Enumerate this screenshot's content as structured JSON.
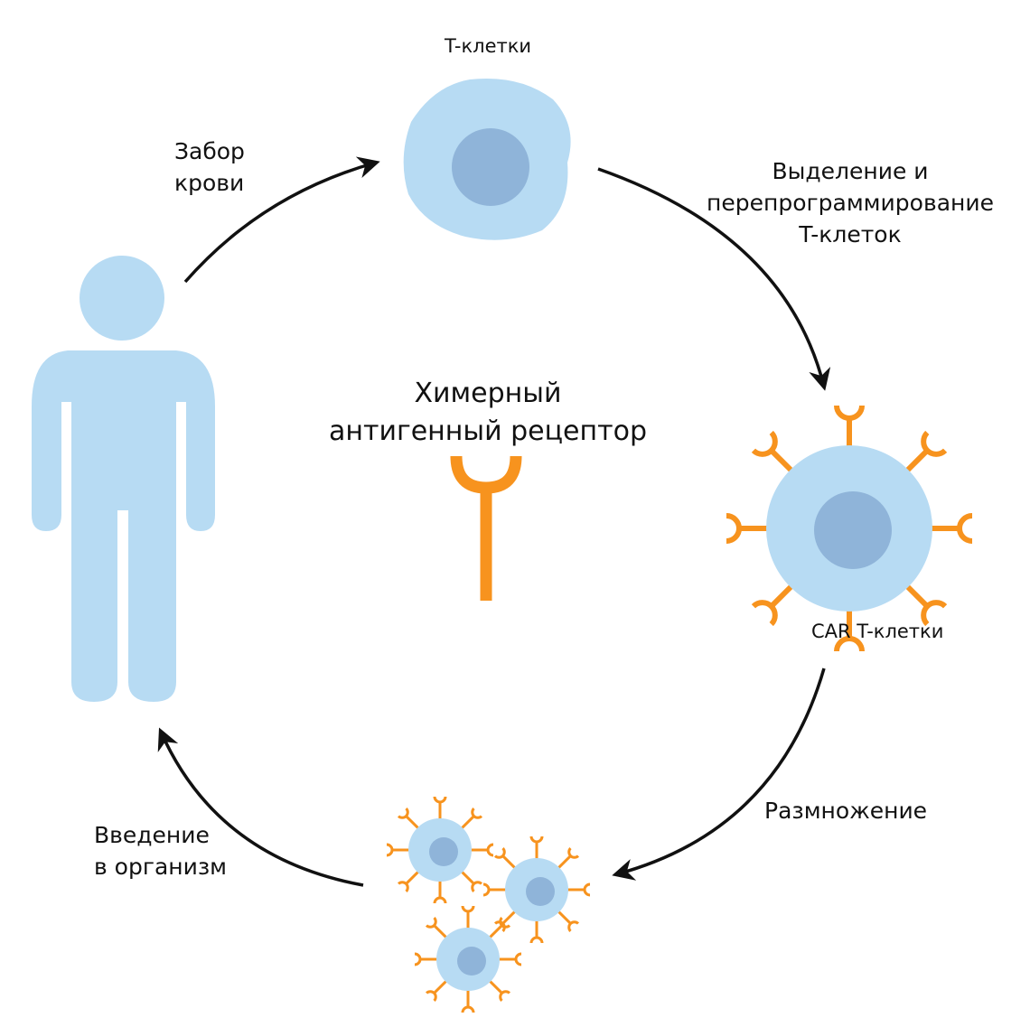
{
  "colors": {
    "cell": "#b7dbf3",
    "nucleus": "#8fb4d9",
    "receptor": "#f7931e",
    "arrow": "#111111"
  },
  "labels": {
    "t_cells": "T-клетки",
    "blood_draw": [
      "Забор",
      "крови"
    ],
    "reprogramming": [
      "Выделение и",
      "перепрограммирование",
      "T-клеток"
    ],
    "car_t_cells": "CAR T-клетки",
    "expansion": "Размножение",
    "infusion": [
      "Введение",
      "в организм"
    ],
    "center_title": [
      "Химерный",
      "антигенный рецептор"
    ]
  }
}
